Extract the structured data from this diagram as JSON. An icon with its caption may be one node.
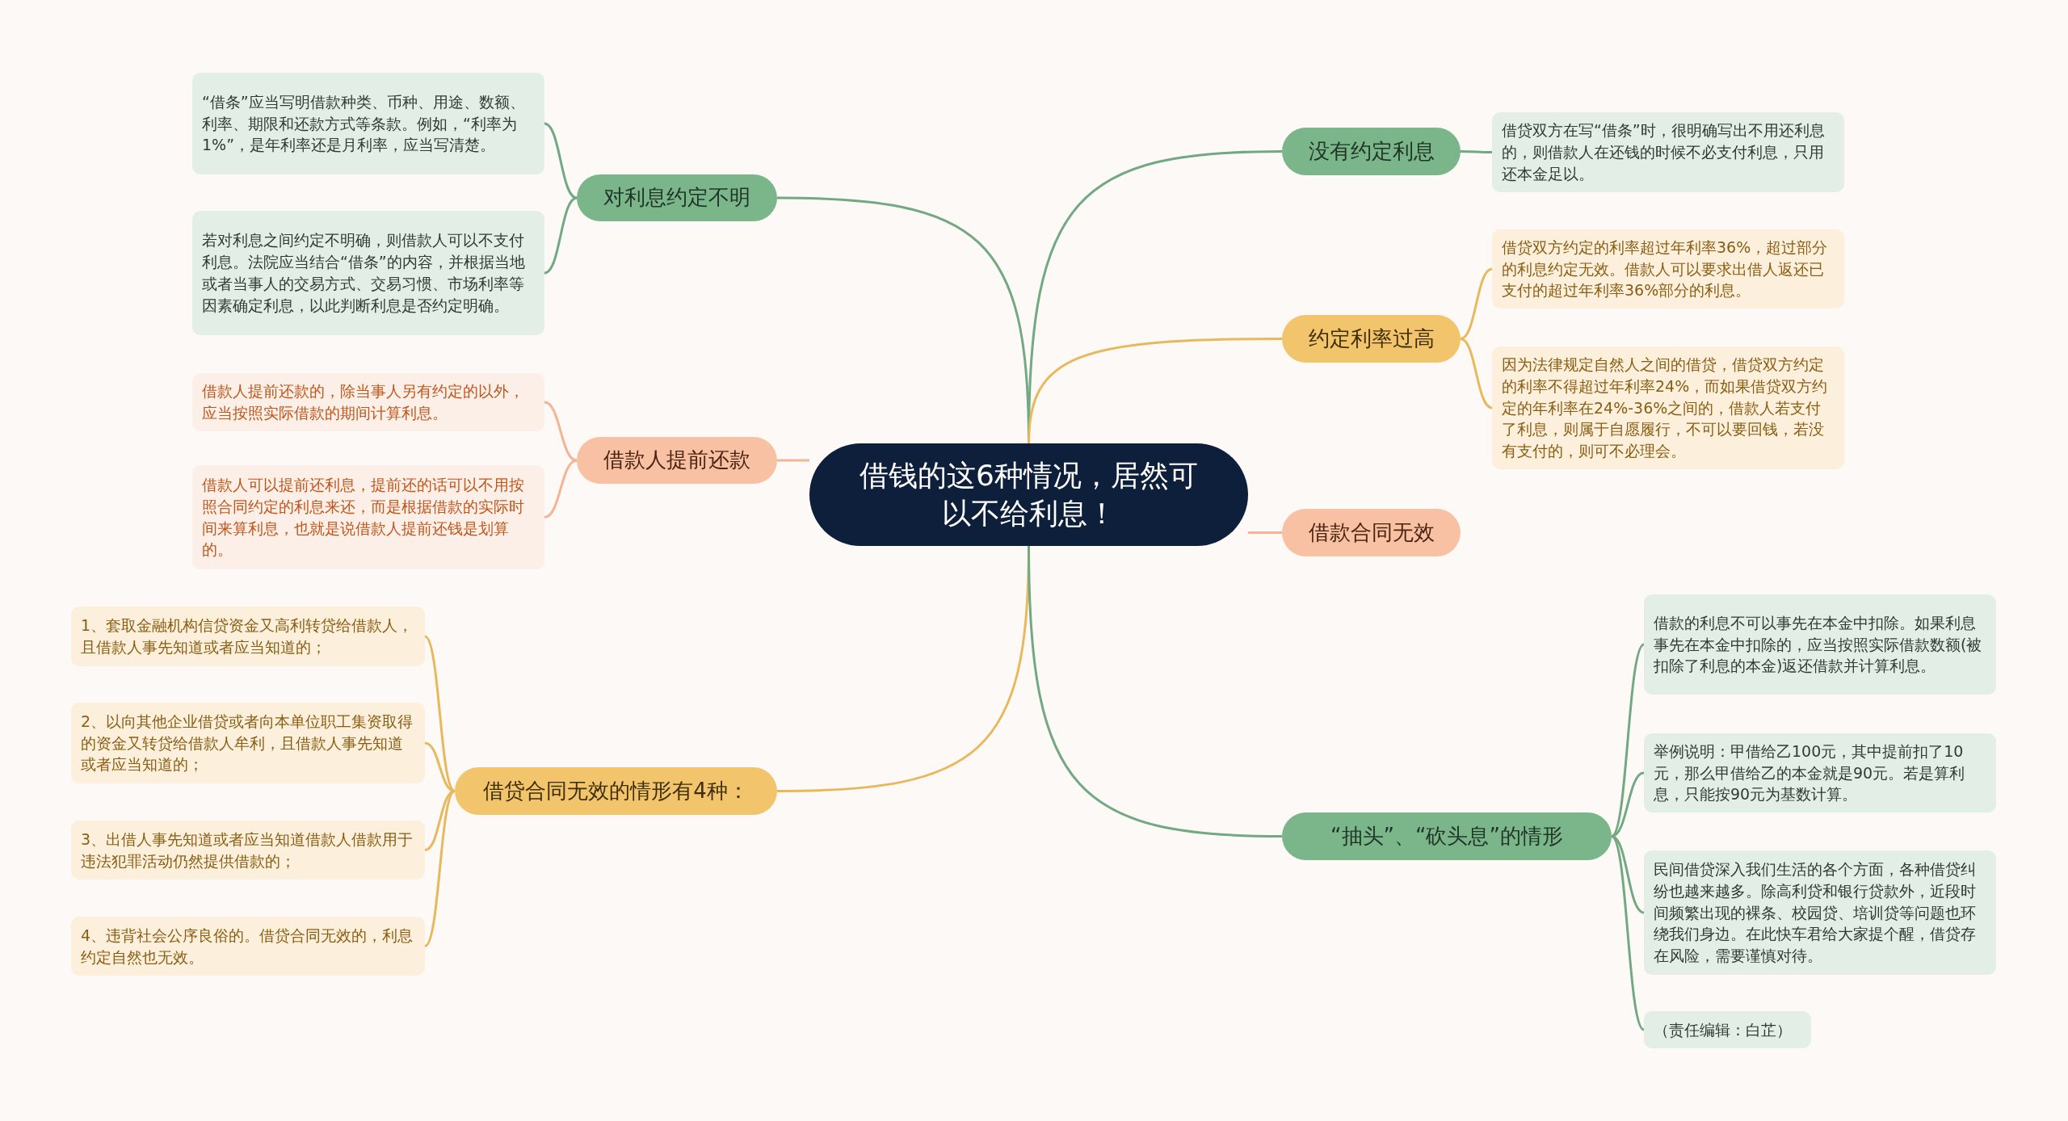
{
  "diagram": {
    "nodes": [
      {
        "text": [
          "借钱的这6种情况，居然可以不给利息！"
        ]
      },
      {
        "text": [
          "对利息约定不明"
        ]
      },
      {
        "text": [
          "“借条”应当写明借款种类、币种、用途、数额、利率、期限和还款方式等条款。例如，“利率为1%”，是年利率还是月利率，应当写清楚。"
        ]
      },
      {
        "text": [
          "若对利息之间约定不明确，则借款人可以不支付利息。法院应当结合“借条”的内容，并根据当地或者当事人的交易方式、交易习惯、市场利率等因素确定利息，以此判断利息是否约定明确。"
        ]
      },
      {
        "text": [
          "借款人提前还款"
        ]
      },
      {
        "text": [
          "借款人提前还款的，除当事人另有约定的以外，应当按照实际借款的期间计算利息。"
        ]
      },
      {
        "text": [
          "借款人可以提前还利息，提前还的话可以不用按照合同约定的利息来还，而是根据借款的实际时间来算利息，也就是说借款人提前还钱是划算的。"
        ]
      },
      {
        "text": [
          "借贷合同无效的情形有4种："
        ]
      },
      {
        "text": [
          "1、套取金融机构信贷资金又高利转贷给借款人，且借款人事先知道或者应当知道的；"
        ]
      },
      {
        "text": [
          "2、以向其他企业借贷或者向本单位职工集资取得的资金又转贷给借款人牟利，且借款人事先知道或者应当知道的；"
        ]
      },
      {
        "text": [
          "3、出借人事先知道或者应当知道借款人借款用于违法犯罪活动仍然提供借款的；"
        ]
      },
      {
        "text": [
          "4、违背社会公序良俗的。借贷合同无效的，利息约定自然也无效。"
        ]
      },
      {
        "text": [
          "没有约定利息"
        ]
      },
      {
        "text": [
          "借贷双方在写“借条”时，很明确写出不用还利息的，则借款人在还钱的时候不必支付利息，只用还本金足以。"
        ]
      },
      {
        "text": [
          "约定利率过高"
        ]
      },
      {
        "text": [
          "借贷双方约定的利率超过年利率36%，超过部分的利息约定无效。借款人可以要求出借人返还已支付的超过年利率36%部分的利息。"
        ]
      },
      {
        "text": [
          "因为法律规定自然人之间的借贷，借贷双方约定的利率不得超过年利率24%，而如果借贷双方约定的年利率在24%-36%之间的，借款人若支付了利息，则属于自愿履行，不可以要回钱，若没有支付的，则可不必理会。"
        ]
      },
      {
        "text": [
          "借款合同无效"
        ]
      },
      {
        "text": [
          "“抽头”、“砍头息”的情形"
        ]
      },
      {
        "text": [
          "借款的利息不可以事先在本金中扣除。如果利息事先在本金中扣除的，应当按照实际借款数额(被扣除了利息的本金)返还借款并计算利息。"
        ]
      },
      {
        "text": [
          "举例说明：甲借给乙100元，其中提前扣了10元，那么甲借给乙的本金就是90元。若是算利息，只能按90元为基数计算。"
        ]
      },
      {
        "text": [
          "民间借贷深入我们生活的各个方面，各种借贷纠纷也越来越多。除高利贷和银行贷款外，近段时间频繁出现的裸条、校园贷、培训贷等问题也环绕我们身边。在此快车君给大家提个醒，借贷存在风险，需要谨慎对待。"
        ]
      },
      {
        "text": [
          "（责任编辑：白芷）"
        ]
      }
    ],
    "edges": [
      {
        "from": 0,
        "to": 1,
        "arrow": "none",
        "color": "#72a983"
      },
      {
        "from": 1,
        "to": 2,
        "arrow": "none",
        "color": "#72a983"
      },
      {
        "from": 1,
        "to": 3,
        "arrow": "none",
        "color": "#72a983"
      },
      {
        "from": 0,
        "to": 4,
        "arrow": "none",
        "color": "#f5b494"
      },
      {
        "from": 4,
        "to": 5,
        "arrow": "none",
        "color": "#f5b494"
      },
      {
        "from": 4,
        "to": 6,
        "arrow": "none",
        "color": "#f5b494"
      },
      {
        "from": 0,
        "to": 7,
        "arrow": "none",
        "color": "#e8b95c"
      },
      {
        "from": 7,
        "to": 8,
        "arrow": "none",
        "color": "#e8b95c"
      },
      {
        "from": 7,
        "to": 9,
        "arrow": "none",
        "color": "#e8b95c"
      },
      {
        "from": 7,
        "to": 10,
        "arrow": "none",
        "color": "#e8b95c"
      },
      {
        "from": 7,
        "to": 11,
        "arrow": "none",
        "color": "#e8b95c"
      },
      {
        "from": 0,
        "to": 12,
        "arrow": "none",
        "color": "#72a983"
      },
      {
        "from": 12,
        "to": 13,
        "arrow": "none",
        "color": "#72a983"
      },
      {
        "from": 0,
        "to": 14,
        "arrow": "none",
        "color": "#e8b95c"
      },
      {
        "from": 14,
        "to": 15,
        "arrow": "none",
        "color": "#e8b95c"
      },
      {
        "from": 14,
        "to": 16,
        "arrow": "none",
        "color": "#e8b95c"
      },
      {
        "from": 0,
        "to": 17,
        "arrow": "none",
        "color": "#f5b494"
      },
      {
        "from": 0,
        "to": 18,
        "arrow": "none",
        "color": "#72a983"
      },
      {
        "from": 18,
        "to": 19,
        "arrow": "none",
        "color": "#72a983"
      },
      {
        "from": 18,
        "to": 20,
        "arrow": "none",
        "color": "#72a983"
      },
      {
        "from": 18,
        "to": 21,
        "arrow": "none",
        "color": "#72a983"
      },
      {
        "from": 18,
        "to": 22,
        "arrow": "none",
        "color": "#72a983"
      }
    ]
  }
}
